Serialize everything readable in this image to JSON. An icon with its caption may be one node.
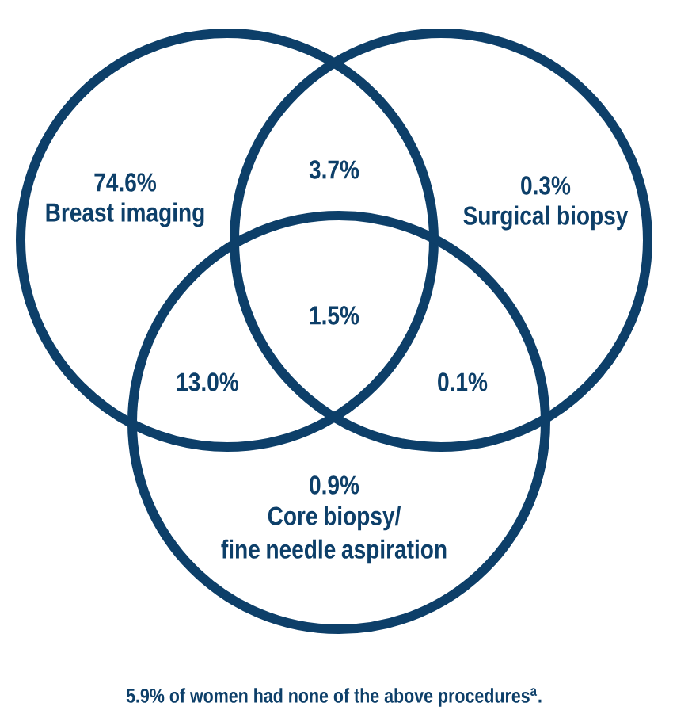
{
  "diagram": {
    "caption": "5.9% of women had none of the above procedures$^{a}$.",
    "nodes": [
      {
        "text": [
          "74.6%",
          "Breast imaging"
        ]
      },
      {
        "text": [
          "0.3%",
          "Surgical biopsy"
        ]
      },
      {
        "text": [
          "0.9%",
          "Core biopsy/ fine needle aspiration"
        ]
      }
    ],
    "labels": [
      "3.7%",
      "1.5%",
      "13.0%",
      "0.1%"
    ]
  }
}
